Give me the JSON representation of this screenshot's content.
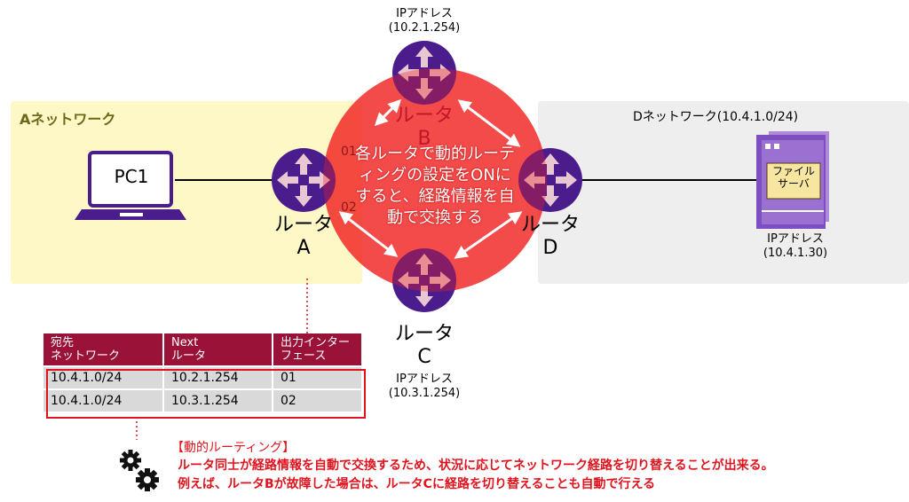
{
  "networks": {
    "a": {
      "label": "Aネットワーク"
    },
    "d": {
      "label": "Dネットワーク(10.4.1.0/24)"
    }
  },
  "pc": {
    "label": "PC1"
  },
  "server": {
    "label_line1": "ファイル",
    "label_line2": "サーバ",
    "ip_title": "IPアドレス",
    "ip": "(10.4.1.30)"
  },
  "routers": {
    "a": {
      "label": "ルータ",
      "id": "A"
    },
    "b": {
      "label": "ルータ",
      "id": "B",
      "ip_title": "IPアドレス",
      "ip": "(10.2.1.254)"
    },
    "c": {
      "label": "ルータ",
      "id": "C",
      "ip_title": "IPアドレス",
      "ip": "(10.3.1.254)"
    },
    "d": {
      "label": "ルータ",
      "id": "D"
    }
  },
  "ports": {
    "p01": "01",
    "p02": "02"
  },
  "center_message": "各ルータで動的ルーティングの設定をONにすると、経路情報を自動で交換する",
  "routing_table": {
    "headers": [
      {
        "line1": "宛先",
        "line2": "ネットワーク"
      },
      {
        "line1": "Next",
        "line2": "ルータ"
      },
      {
        "line1": "出力インター",
        "line2": "フェース"
      }
    ],
    "rows": [
      [
        "10.4.1.0/24",
        "10.2.1.254",
        "01"
      ],
      [
        "10.4.1.0/24",
        "10.3.1.254",
        "02"
      ]
    ]
  },
  "note": {
    "title": "【動的ルーティング】",
    "line1": "ルータ同士が経路情報を自動で交換するため、状況に応じてネットワーク経路を切り替えることが出来る。",
    "line2": "例えば、ルータBが故障した場合は、ルータCに経路を切り替えることも自動で行える"
  },
  "colors": {
    "router": "#4b1c8c",
    "router_arrow": "#e8c6d2",
    "highlight": "#f02020",
    "table_header": "#9a1238",
    "note": "#e0141e"
  }
}
